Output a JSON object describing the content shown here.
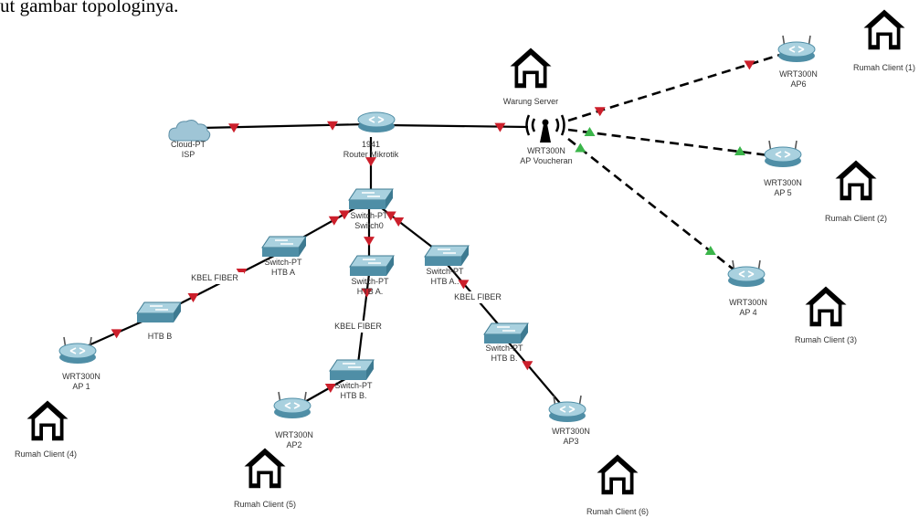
{
  "caption": "ut gambar topologinya.",
  "labels": {
    "isp": [
      "Cloud-PT",
      "ISP"
    ],
    "router": [
      "1941",
      "Router Mikrotik"
    ],
    "switch0": [
      "Switch-PT",
      "Switch0"
    ],
    "htb_a_left": [
      "Switch-PT",
      "HTB A"
    ],
    "htb_a_mid": [
      "Switch-PT",
      "HTB A."
    ],
    "htb_a_right": [
      "Switch-PT",
      "HTB A.."
    ],
    "htb_b_left": [
      "HTB B"
    ],
    "htb_b_mid": [
      "Switch-PT",
      "HTB B."
    ],
    "htb_b_right": [
      "Switch-PT",
      "HTB B."
    ],
    "ap_voucher": [
      "WRT300N",
      "AP Voucheran"
    ],
    "warung_server": [
      "Warung Server"
    ],
    "ap1": [
      "WRT300N",
      "AP 1"
    ],
    "ap2": [
      "WRT300N",
      "AP2"
    ],
    "ap3": [
      "WRT300N",
      "AP3"
    ],
    "ap4": [
      "WRT300N",
      "AP 4"
    ],
    "ap5": [
      "WRT300N",
      "AP 5"
    ],
    "ap6": [
      "WRT300N",
      "AP6"
    ],
    "client1": [
      "Rumah Client (1)"
    ],
    "client2": [
      "Rumah Client (2)"
    ],
    "client3": [
      "Rumah Client (3)"
    ],
    "client4": [
      "Rumah Client (4)"
    ],
    "client5": [
      "Rumah Client (5)"
    ],
    "client6": [
      "Rumah Client (6)"
    ],
    "fiber_left": [
      "KBEL FIBER"
    ],
    "fiber_mid": [
      "KBEL FIBER"
    ],
    "fiber_right": [
      "KBEL FIBER"
    ]
  },
  "colors": {
    "link": "#000000",
    "link_down": "#cc1f2b",
    "link_up": "#3bb54a",
    "device_body": "#5f9fb7",
    "device_top": "#a9d1df",
    "device_edge": "#3d7a91",
    "house": "#000000"
  },
  "icons": {
    "cloud": "cloud-icon",
    "router": "router-icon",
    "switch": "switch-icon",
    "wireless_router": "wireless-router-icon",
    "access_point": "access-point-icon",
    "house": "house-icon"
  }
}
